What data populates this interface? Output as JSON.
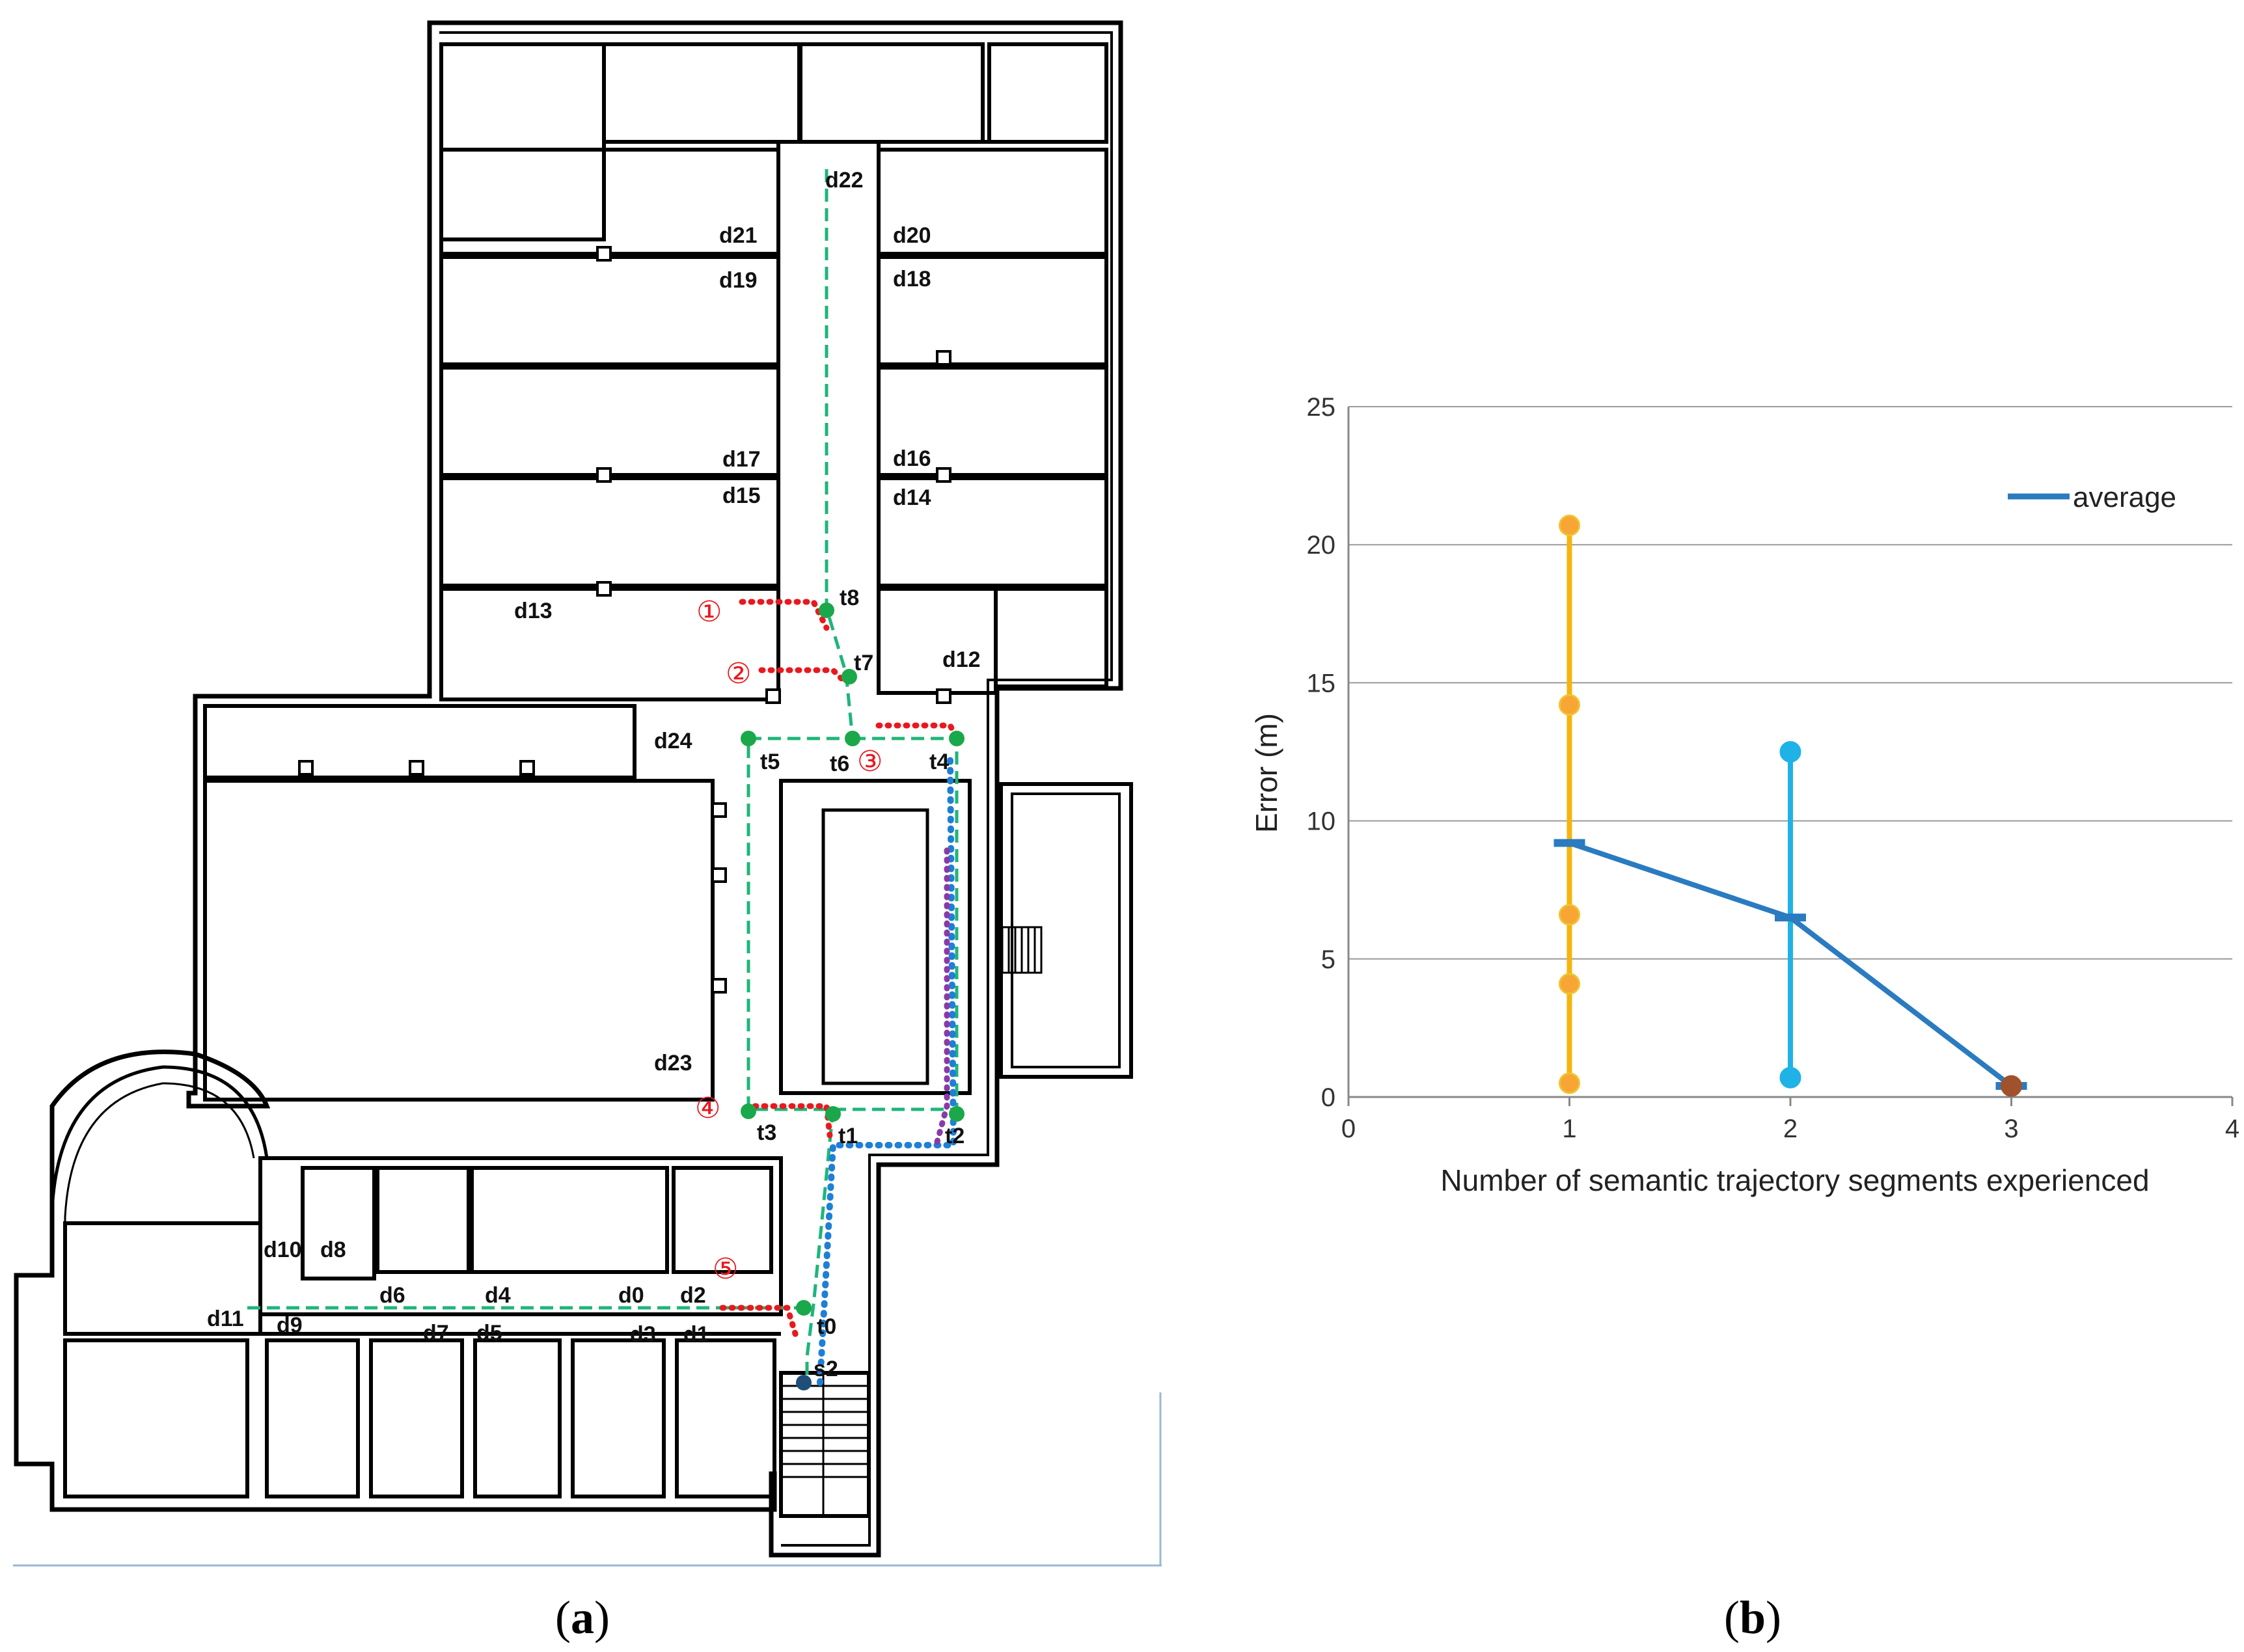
{
  "captions": {
    "a_open": "(",
    "a_letter": "a",
    "a_close": ")",
    "b_open": "(",
    "b_letter": "b",
    "b_close": ")"
  },
  "floorplan": {
    "doors": [
      {
        "id": "d22",
        "label": "d22"
      },
      {
        "id": "d21",
        "label": "d21"
      },
      {
        "id": "d20",
        "label": "d20"
      },
      {
        "id": "d19",
        "label": "d19"
      },
      {
        "id": "d18",
        "label": "d18"
      },
      {
        "id": "d17",
        "label": "d17"
      },
      {
        "id": "d16",
        "label": "d16"
      },
      {
        "id": "d15",
        "label": "d15"
      },
      {
        "id": "d14",
        "label": "d14"
      },
      {
        "id": "d13",
        "label": "d13"
      },
      {
        "id": "d12",
        "label": "d12"
      },
      {
        "id": "d24",
        "label": "d24"
      },
      {
        "id": "d23",
        "label": "d23"
      },
      {
        "id": "d10",
        "label": "d10"
      },
      {
        "id": "d8",
        "label": "d8"
      },
      {
        "id": "d6",
        "label": "d6"
      },
      {
        "id": "d4",
        "label": "d4"
      },
      {
        "id": "d0",
        "label": "d0"
      },
      {
        "id": "d2",
        "label": "d2"
      },
      {
        "id": "d11",
        "label": "d11"
      },
      {
        "id": "d9",
        "label": "d9"
      },
      {
        "id": "d7",
        "label": "d7"
      },
      {
        "id": "d5",
        "label": "d5"
      },
      {
        "id": "d3",
        "label": "d3"
      },
      {
        "id": "d1",
        "label": "d1"
      }
    ],
    "points": [
      {
        "id": "t8",
        "label": "t8"
      },
      {
        "id": "t7",
        "label": "t7"
      },
      {
        "id": "t5",
        "label": "t5"
      },
      {
        "id": "t6",
        "label": "t6"
      },
      {
        "id": "t4",
        "label": "t4"
      },
      {
        "id": "t3",
        "label": "t3"
      },
      {
        "id": "t1",
        "label": "t1"
      },
      {
        "id": "t2",
        "label": "t2"
      },
      {
        "id": "t0",
        "label": "t0"
      },
      {
        "id": "s2",
        "label": "s2"
      }
    ],
    "markers": [
      {
        "id": "m1",
        "label": "①"
      },
      {
        "id": "m2",
        "label": "②"
      },
      {
        "id": "m3",
        "label": "③"
      },
      {
        "id": "m4",
        "label": "④"
      },
      {
        "id": "m5",
        "label": "⑤"
      }
    ],
    "colors": {
      "wall": "#000000",
      "green_path": "#1fb57a",
      "red_dots": "#e8191e",
      "blue_dots": "#1f7fd6",
      "purple_dots": "#8a3aa8",
      "node": "#1aa84a",
      "start_node": "#1f4e79"
    }
  },
  "chart_data": {
    "type": "scatter",
    "title": "",
    "xlabel": "Number of semantic trajectory segments experienced",
    "ylabel": "Error (m)",
    "xlim": [
      0,
      4
    ],
    "ylim": [
      0,
      25
    ],
    "xticks": [
      "0",
      "1",
      "2",
      "3",
      "4"
    ],
    "yticks": [
      "0",
      "5",
      "10",
      "15",
      "20",
      "25"
    ],
    "grid": "horizontal",
    "legend": {
      "position": "top-right",
      "entries": [
        "average"
      ]
    },
    "series": [
      {
        "x": 1,
        "values": [
          20.7,
          14.2,
          6.6,
          4.1,
          0.5
        ],
        "color": "#f5b50c",
        "marker_fill": "#f7a534"
      },
      {
        "x": 2,
        "values": [
          12.5,
          0.7
        ],
        "color": "#1fb2e6",
        "marker_fill": "#1fb2e6"
      },
      {
        "x": 3,
        "values": [
          0.4
        ],
        "color": "#a0522d",
        "marker_fill": "#a0522d"
      },
      {
        "name": "average",
        "x": [
          1,
          2,
          3
        ],
        "values": [
          9.2,
          6.5,
          0.4
        ],
        "color": "#2a7bc0"
      }
    ]
  }
}
